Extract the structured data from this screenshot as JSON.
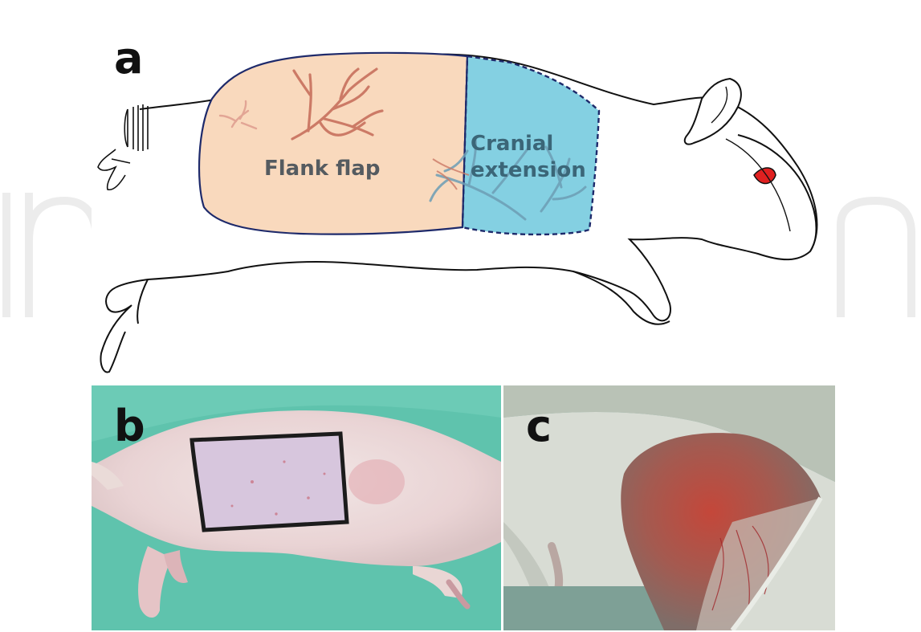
{
  "figure": {
    "panels": [
      {
        "letter": "a",
        "type": "line drawing"
      },
      {
        "letter": "b",
        "type": "photograph"
      },
      {
        "letter": "c",
        "type": "photograph"
      }
    ]
  },
  "panel_a": {
    "letter": "a",
    "flank_label": "Flank flap",
    "cranial_label": "Cranial\nextension",
    "colors": {
      "flank_fill": "#f9d9bd",
      "cranial_fill": "#84d0e2",
      "outline": "#1e2a6b",
      "vessel_flank": "#cc7a66",
      "vessel_cranial": "#6d9eb5",
      "eye": "#e02020"
    }
  },
  "panel_b": {
    "letter": "b",
    "colors": {
      "drape": "#5fc3ad",
      "skin": "#e7c9d5",
      "fur": "#ece3df",
      "marking": "#1c1c1c"
    }
  },
  "panel_c": {
    "letter": "c",
    "colors": {
      "drape": "#6e9a8e",
      "wound": "#b3483a",
      "fur": "#d8dcd4"
    }
  }
}
